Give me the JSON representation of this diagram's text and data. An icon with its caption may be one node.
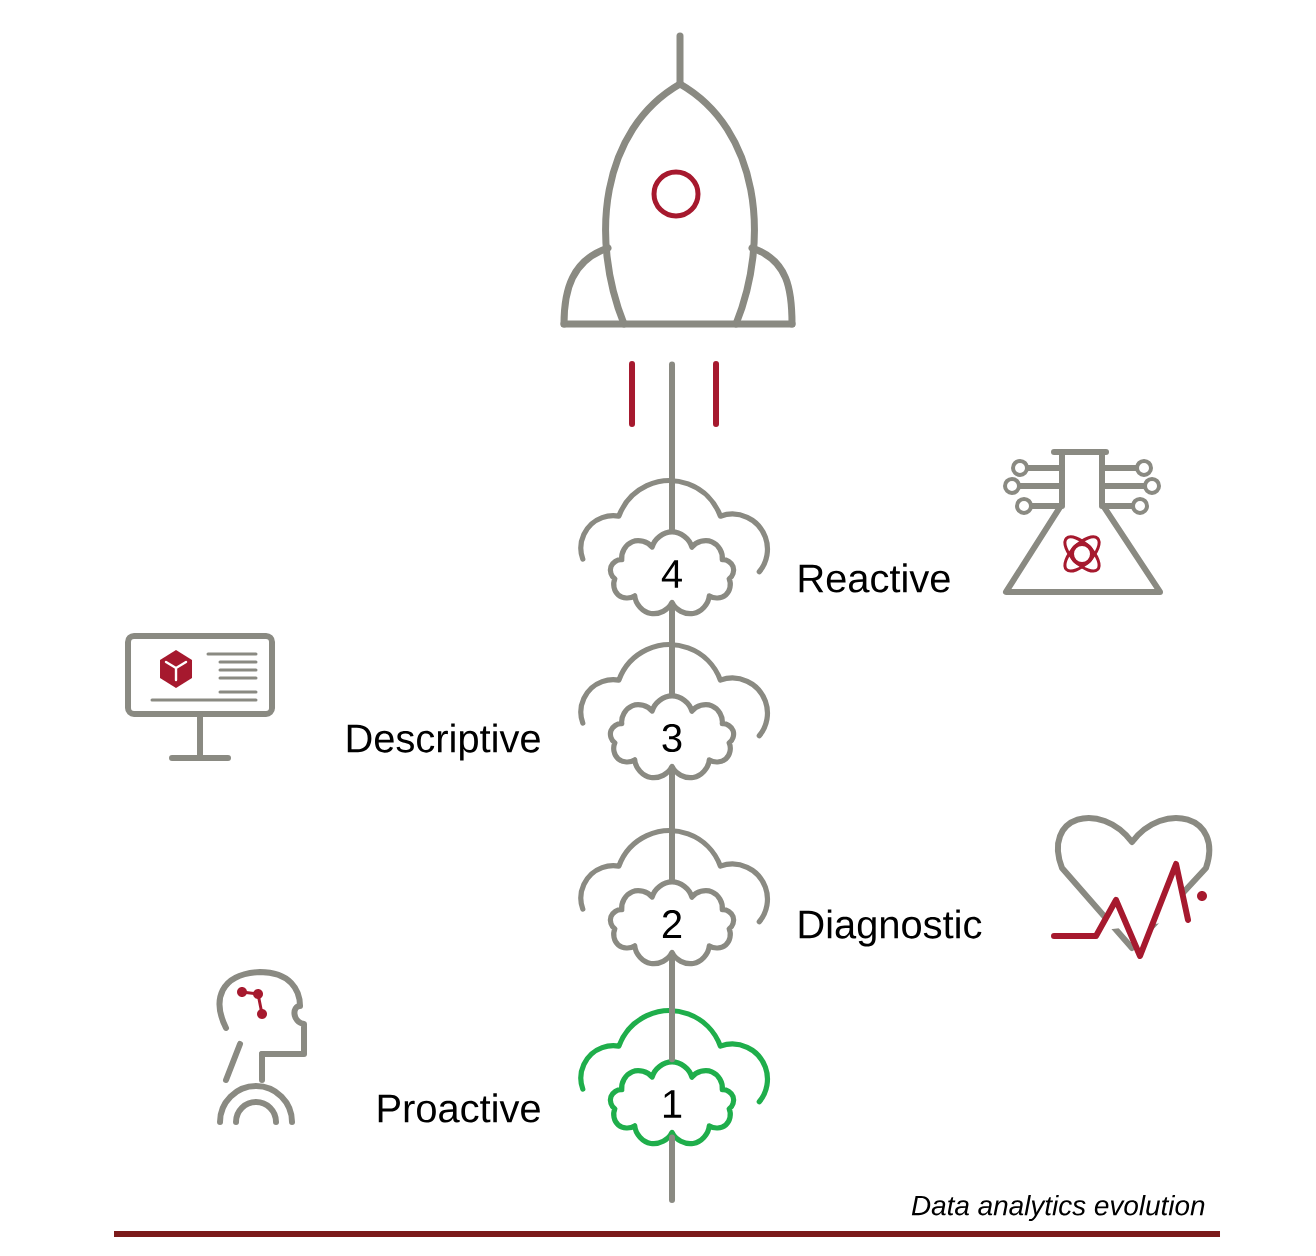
{
  "diagram": {
    "caption": "Data analytics evolution",
    "nodes": [
      {
        "text": [],
        "shape": "picture"
      },
      {
        "text": [
          "4"
        ],
        "beside": [
          "Reactive"
        ]
      },
      {
        "text": [
          "3"
        ],
        "beside": [
          "Descriptive"
        ]
      },
      {
        "text": [
          "2"
        ],
        "beside": [
          "Diagnostic"
        ]
      },
      {
        "text": [
          "1"
        ],
        "beside": [
          "Proactive"
        ]
      }
    ],
    "edges": [
      {
        "from": 0,
        "to": 1,
        "arrow": "none"
      },
      {
        "from": 1,
        "to": 2,
        "arrow": "none"
      },
      {
        "from": 2,
        "to": 3,
        "arrow": "none"
      },
      {
        "from": 3,
        "to": 4,
        "arrow": "none"
      },
      {
        "from": 4,
        "to": null,
        "arrow": "none"
      }
    ]
  }
}
